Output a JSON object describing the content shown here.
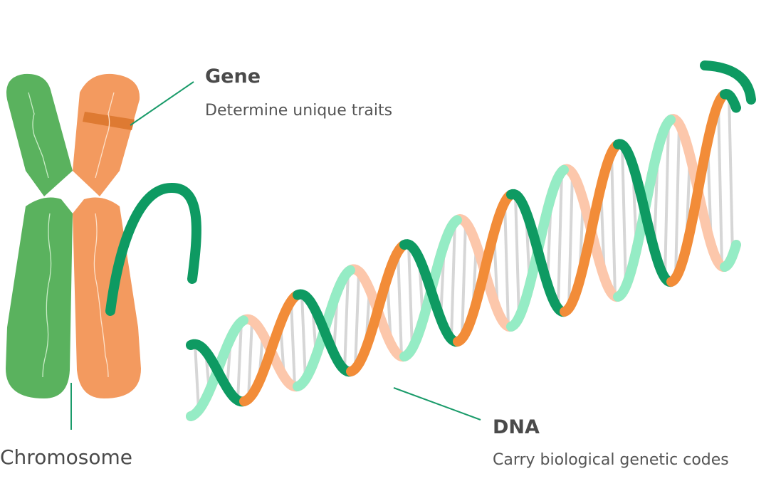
{
  "labels": {
    "gene": {
      "title": "Gene",
      "description": "Determine unique traits"
    },
    "dna": {
      "title": "DNA",
      "description": "Carry biological genetic codes"
    },
    "chromosome": {
      "title": "Chromosome"
    }
  },
  "colors": {
    "green_dark": "#0e9a62",
    "green_light": "#95ecc5",
    "orange": "#f28c38",
    "orange_light": "#fcc7ab",
    "chromosome_green": "#5ab25e",
    "chromosome_orange": "#f39a5f",
    "gene_band": "#de7a32",
    "rung": "#d6d6d6",
    "leader_line": "#1a9b6a"
  }
}
